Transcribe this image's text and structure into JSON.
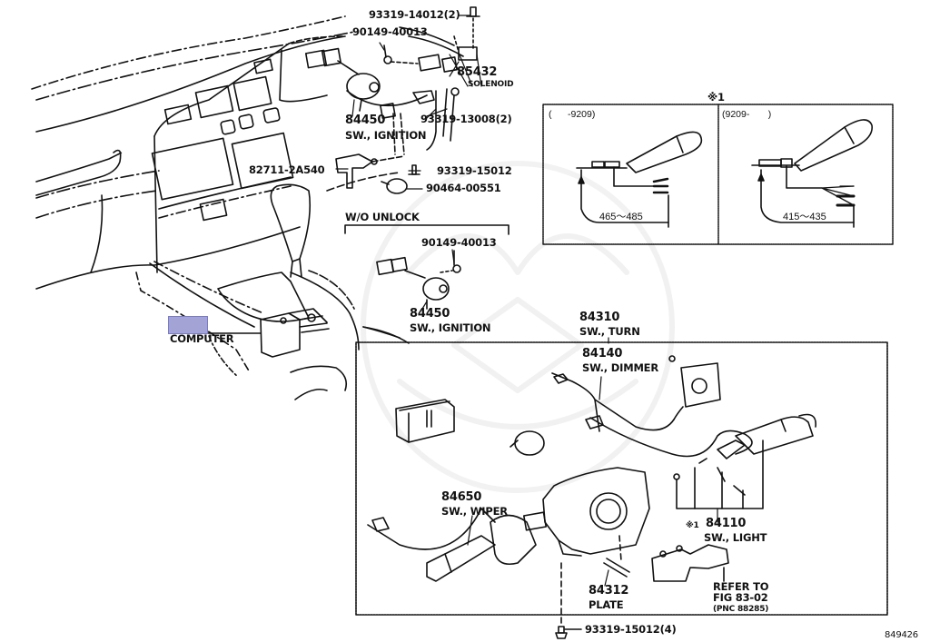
{
  "diagram": {
    "figure_id": "849426",
    "watermark": "decorative-emblem",
    "highlight_color": "#a3a3d6",
    "callouts": [
      {
        "id": "bolt-top",
        "part_no": "93319-14012(2)",
        "desc": ""
      },
      {
        "id": "screw-top",
        "part_no": "90149-40013",
        "desc": ""
      },
      {
        "id": "solenoid",
        "part_no": "85432",
        "desc": "SOLENOID"
      },
      {
        "id": "ignition-sw",
        "part_no": "84450",
        "desc": "SW., IGNITION"
      },
      {
        "id": "bolt-13008",
        "part_no": "93319-13008(2)",
        "desc": ""
      },
      {
        "id": "bracket",
        "part_no": "82711-2A540",
        "desc": ""
      },
      {
        "id": "bolt-15012",
        "part_no": "93319-15012",
        "desc": ""
      },
      {
        "id": "clamp",
        "part_no": "90464-00551",
        "desc": ""
      },
      {
        "id": "screw-unlock",
        "part_no": "90149-40013",
        "desc": ""
      },
      {
        "id": "ignition-sw-unlock",
        "part_no": "84450",
        "desc": "SW., IGNITION"
      },
      {
        "id": "computer",
        "part_no": "",
        "desc": "COMPUTER"
      },
      {
        "id": "turn-sw",
        "part_no": "84310",
        "desc": "SW., TURN"
      },
      {
        "id": "dimmer-sw",
        "part_no": "84140",
        "desc": "SW., DIMMER"
      },
      {
        "id": "wiper-sw",
        "part_no": "84650",
        "desc": "SW., WIPER"
      },
      {
        "id": "light-sw",
        "part_no": "84110",
        "desc": "SW., LIGHT",
        "prefix": "※1"
      },
      {
        "id": "plate",
        "part_no": "84312",
        "desc": "PLATE"
      },
      {
        "id": "refer",
        "part_no": "",
        "desc": "REFER TO",
        "desc2": "FIG 83-02",
        "desc3": "(PNC 88285)"
      },
      {
        "id": "bolt-bottom",
        "part_no": "93319-15012(4)",
        "desc": ""
      }
    ],
    "group_label": "W/O UNLOCK",
    "inset": {
      "marker": "※1",
      "panels": [
        {
          "title": "(      -9209)",
          "dimension": "465～485"
        },
        {
          "title": "(9209-       )",
          "dimension": "415～435"
        }
      ]
    }
  }
}
